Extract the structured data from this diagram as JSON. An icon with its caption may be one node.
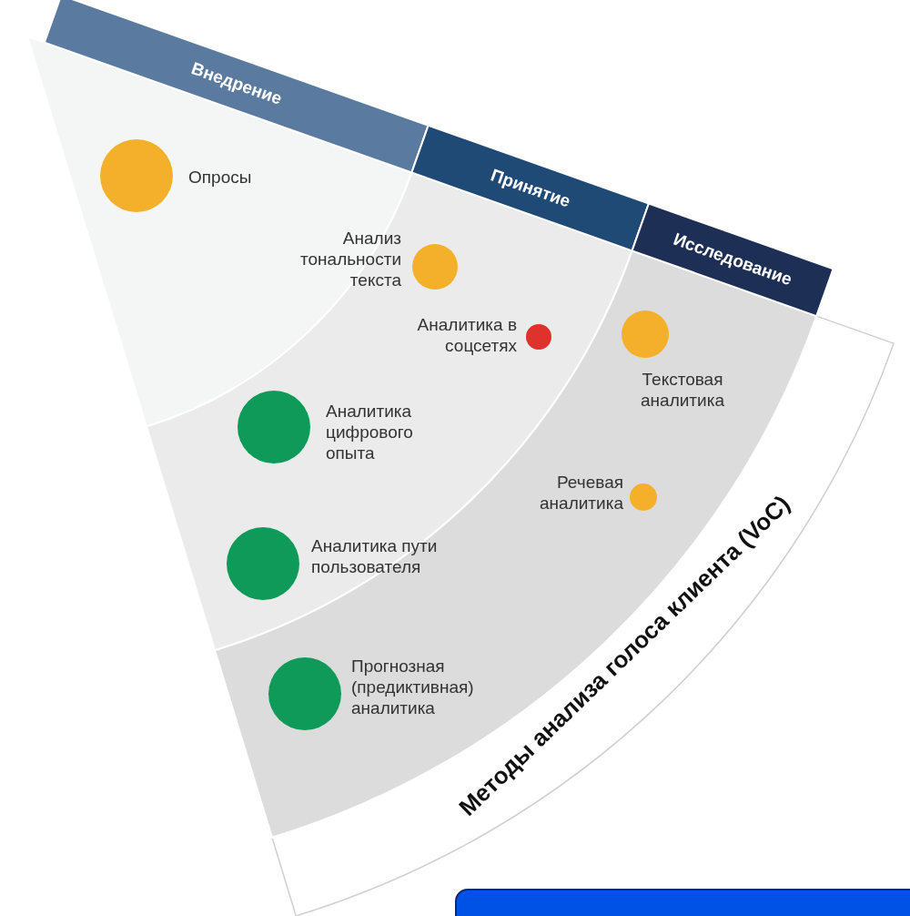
{
  "diagram": {
    "nodes": [
      {
        "text": [
          "Внедрение"
        ]
      },
      {
        "text": [
          "Принятие"
        ]
      },
      {
        "text": [
          "Исследование"
        ]
      },
      {
        "text": [],
        "shape": "circle",
        "in": 0,
        "beside": [
          "Опросы"
        ]
      },
      {
        "text": [],
        "shape": "circle",
        "in": 1,
        "beside": [
          "Анализ тональности текста"
        ]
      },
      {
        "text": [],
        "shape": "circle",
        "in": 1,
        "beside": [
          "Аналитика в соцсетях"
        ]
      },
      {
        "text": [],
        "shape": "circle",
        "in": 1,
        "beside": [
          "Аналитика цифрового опыта"
        ]
      },
      {
        "text": [],
        "shape": "circle",
        "in": 1,
        "beside": [
          "Аналитика пути пользователя"
        ]
      },
      {
        "text": [],
        "shape": "circle",
        "in": 2,
        "beside": [
          "Текстовая аналитика"
        ]
      },
      {
        "text": [],
        "shape": "circle",
        "in": 2,
        "beside": [
          "Речевая аналитика"
        ]
      },
      {
        "text": [],
        "shape": "circle",
        "in": 2,
        "beside": [
          "Прогнозная (предиктивная) аналитика"
        ]
      }
    ],
    "labels": [
      "Методы анализа голоса клиента (VoC)"
    ]
  }
}
